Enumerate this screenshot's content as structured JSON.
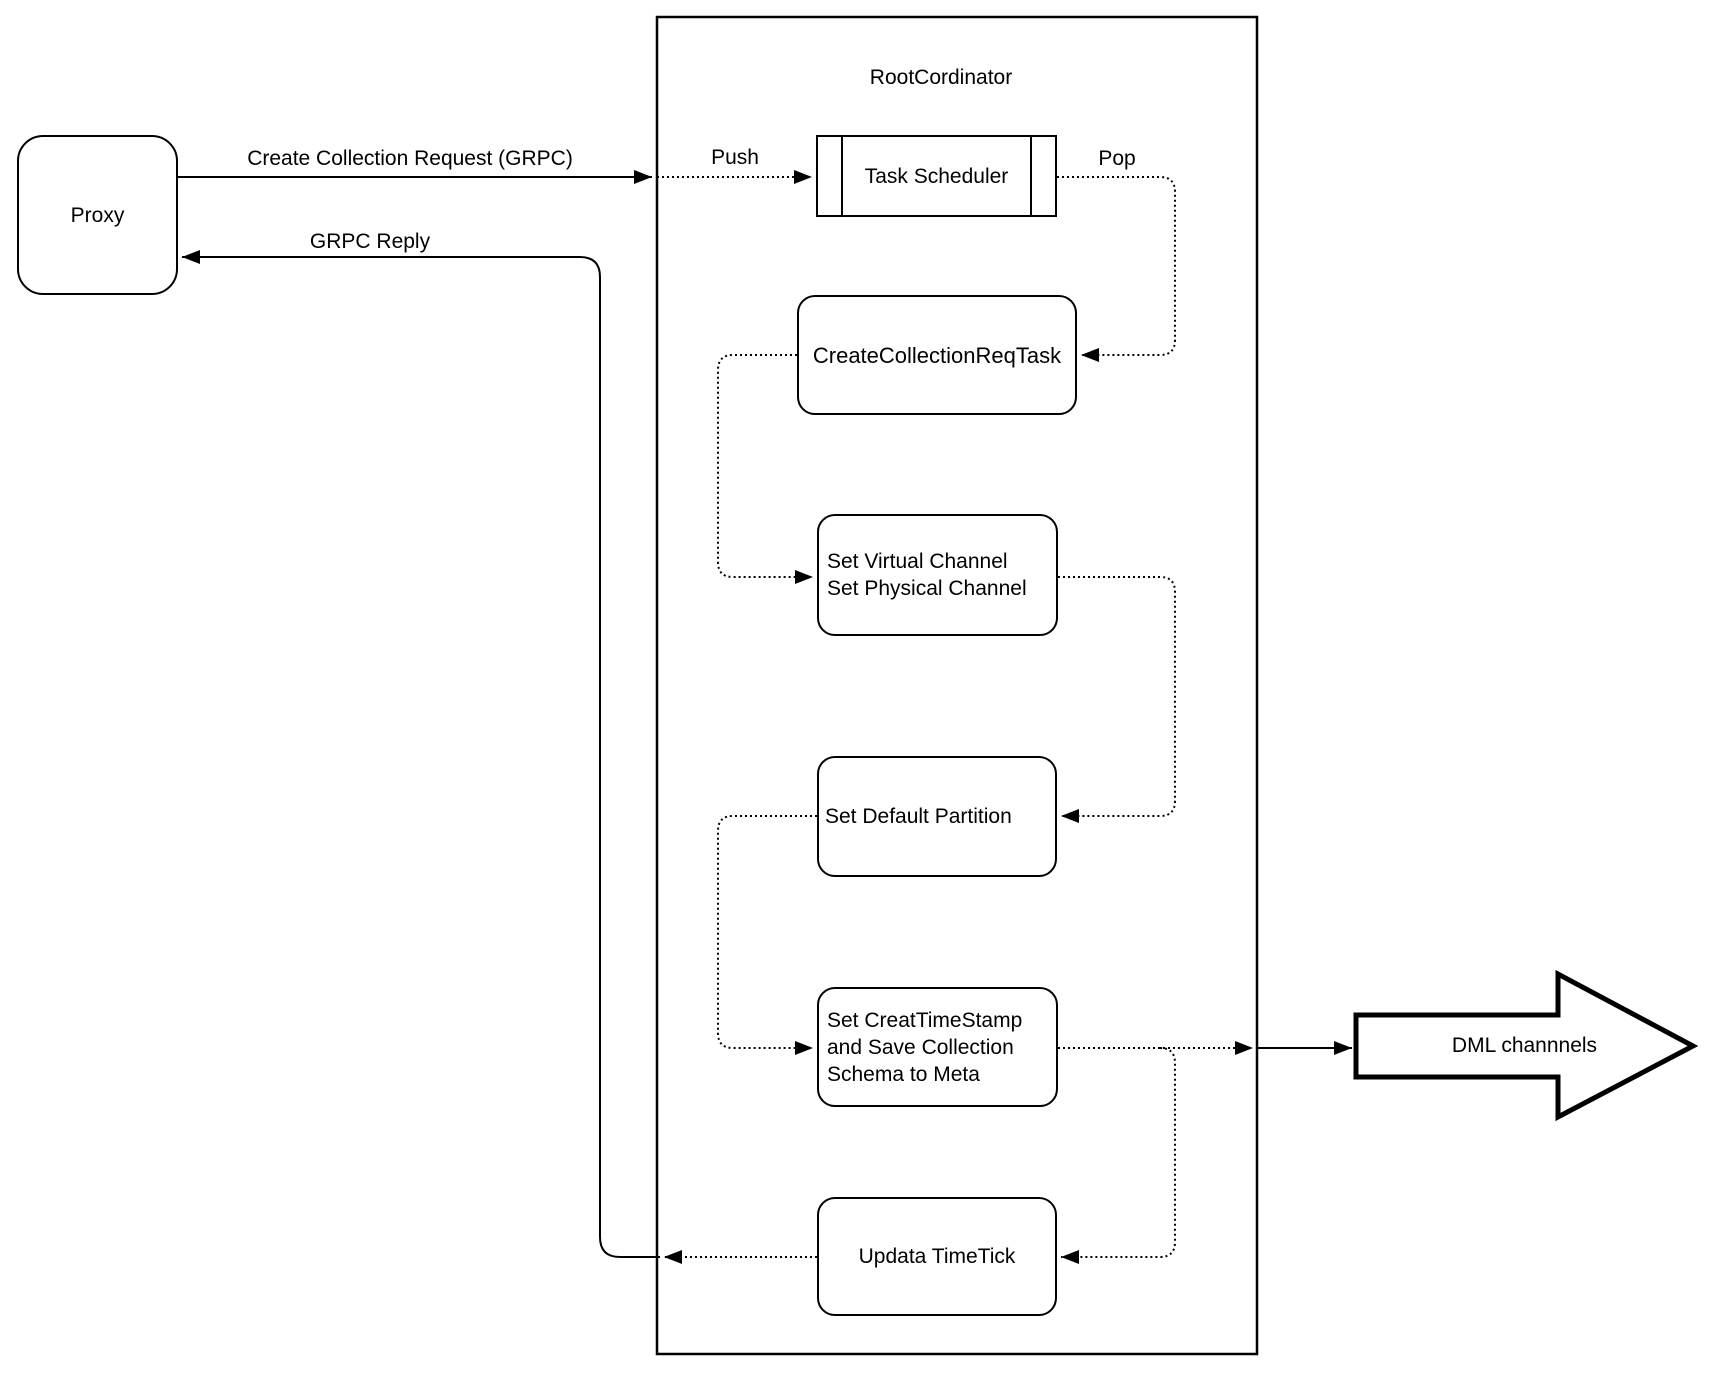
{
  "diagram": {
    "container_title": "RootCordinator",
    "nodes": {
      "proxy": "Proxy",
      "task_scheduler": "Task Scheduler",
      "create_collection_req_task": "CreateCollectionReqTask",
      "set_channels": "Set Virtual Channel\nSet Physical Channel",
      "set_default_partition": "Set Default Partition",
      "set_creat_timestamp": "Set CreatTimeStamp\nand Save Collection\nSchema to Meta",
      "updata_timetick": "Updata TimeTick",
      "dml_channels": "DML channnels"
    },
    "edge_labels": {
      "request": "Create Collection Request (GRPC)",
      "reply": "GRPC Reply",
      "push": "Push",
      "pop": "Pop"
    },
    "colors": {
      "stroke": "#000000",
      "background": "#ffffff"
    }
  }
}
